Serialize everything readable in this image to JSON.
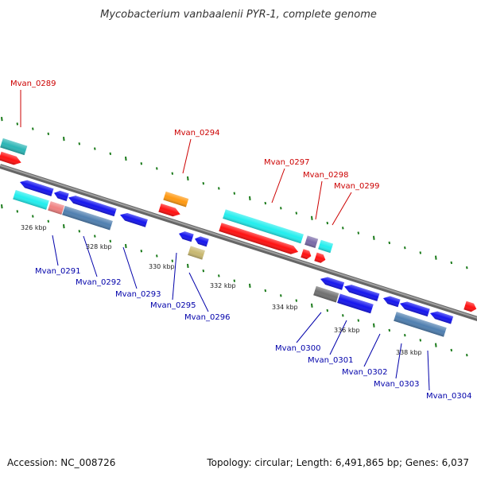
{
  "title": "Mycobacterium vanbaalenii PYR-1, complete genome",
  "footer": {
    "accession": "Accession: NC_008726",
    "summary": "Topology: circular; Length: 6,491,865 bp; Genes: 6,037"
  },
  "colors": {
    "backbone": "#888888",
    "tick": "#1a7a1a",
    "label_red": "#cc0000",
    "label_blue": "#0000aa",
    "red": "#ff1111",
    "blue": "#1515ee",
    "cyan": "#22eeee",
    "teal": "#2bb5b5",
    "steel": "#4f7fb0",
    "orange": "#ff9911",
    "pink": "#f08080",
    "khaki": "#c8b870",
    "gray": "#707070",
    "purple": "#7a6aa8"
  },
  "kbp_labels": [
    "326 kbp",
    "328 kbp",
    "330 kbp",
    "332 kbp",
    "334 kbp",
    "336 kbp",
    "338 kbp"
  ],
  "genes_top": [
    {
      "id": "Mvan_0289"
    },
    {
      "id": "Mvan_0294"
    },
    {
      "id": "Mvan_0297"
    },
    {
      "id": "Mvan_0298"
    },
    {
      "id": "Mvan_0299"
    }
  ],
  "genes_bottom": [
    {
      "id": "Mvan_0291"
    },
    {
      "id": "Mvan_0292"
    },
    {
      "id": "Mvan_0293"
    },
    {
      "id": "Mvan_0295"
    },
    {
      "id": "Mvan_0296"
    },
    {
      "id": "Mvan_0300"
    },
    {
      "id": "Mvan_0301"
    },
    {
      "id": "Mvan_0302"
    },
    {
      "id": "Mvan_0303"
    },
    {
      "id": "Mvan_0304"
    }
  ]
}
